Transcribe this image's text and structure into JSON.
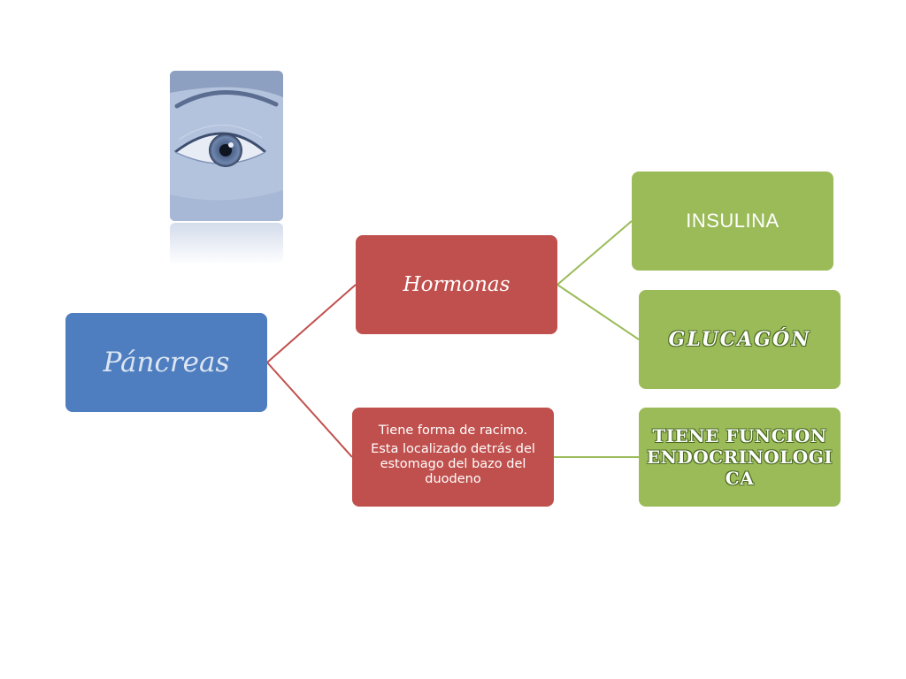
{
  "diagram": {
    "root": {
      "label": "Páncreas"
    },
    "branches": [
      {
        "label": "Hormonas",
        "children": [
          {
            "label": "INSULINA"
          },
          {
            "label": "GLUCAGÓN"
          }
        ]
      },
      {
        "lines": [
          "Tiene forma de racimo.",
          "Esta localizado detrás del estomago del bazo del duodeno"
        ],
        "children": [
          {
            "label": "TIENE FUNCION ENDOCRINOLOGICA"
          }
        ]
      }
    ]
  },
  "colors": {
    "root": "#4f7ec0",
    "level1": "#c0504d",
    "level2": "#9bbb59",
    "connector_red": "#c0504d",
    "connector_green": "#9bbb59"
  },
  "image": {
    "icon": "eye-photo-icon"
  }
}
